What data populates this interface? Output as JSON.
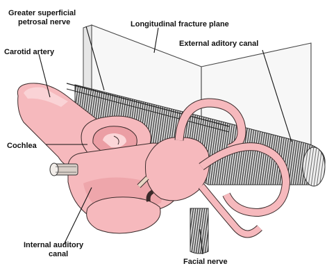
{
  "labels": {
    "gsp_line1": "Greater superficial",
    "gsp_line2": "petrosal nerve",
    "longitudinal": "Longitudinal fracture plane",
    "external": "External  aditory canal",
    "carotid": "Carotid artery",
    "cochlea": "Cochlea",
    "iac_line1": "Internal auditory",
    "iac_line2": "canal",
    "facial": "Facial nerve"
  },
  "colors": {
    "tissue": "#f6b9bd",
    "tissue_dark": "#eb9ea4",
    "tissue_light": "#fbd6d8",
    "bone_hatch": "#4a4a4a",
    "plane": "#f7f7f7"
  }
}
